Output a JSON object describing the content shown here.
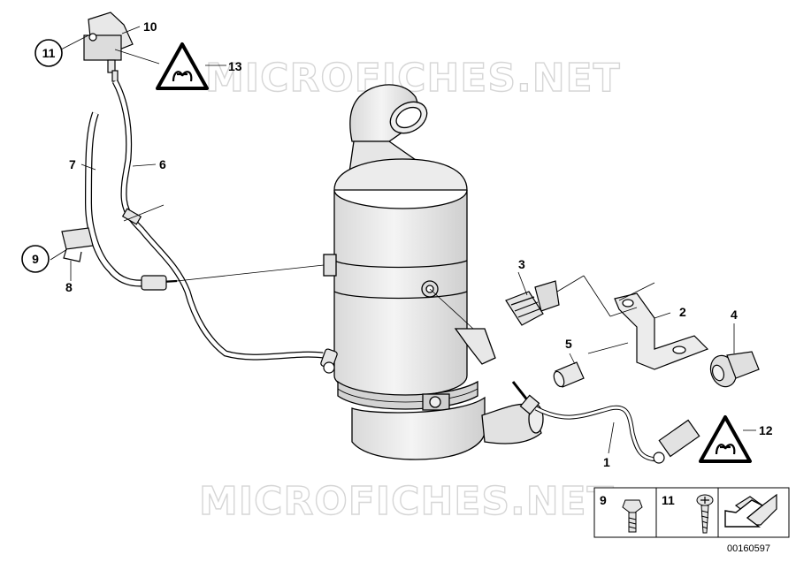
{
  "watermark": {
    "text_top": "MICROFICHES.NET",
    "text_bottom": "MICROFICHES.NET"
  },
  "callouts": [
    {
      "id": "c1",
      "number": "1"
    },
    {
      "id": "c2",
      "number": "2"
    },
    {
      "id": "c3",
      "number": "3"
    },
    {
      "id": "c4",
      "number": "4"
    },
    {
      "id": "c5",
      "number": "5"
    },
    {
      "id": "c6",
      "number": "6"
    },
    {
      "id": "c7",
      "number": "7"
    },
    {
      "id": "c8",
      "number": "8"
    },
    {
      "id": "c9",
      "number": "9"
    },
    {
      "id": "c10",
      "number": "10"
    },
    {
      "id": "c11",
      "number": "11"
    },
    {
      "id": "c12",
      "number": "12"
    },
    {
      "id": "c13",
      "number": "13"
    }
  ],
  "legend": {
    "cell_9": "9",
    "cell_11": "11"
  },
  "diagram_code": "00160597",
  "icons": [
    "warning-triangle-icon",
    "arrow-icon",
    "bolt-icon",
    "screw-icon"
  ]
}
